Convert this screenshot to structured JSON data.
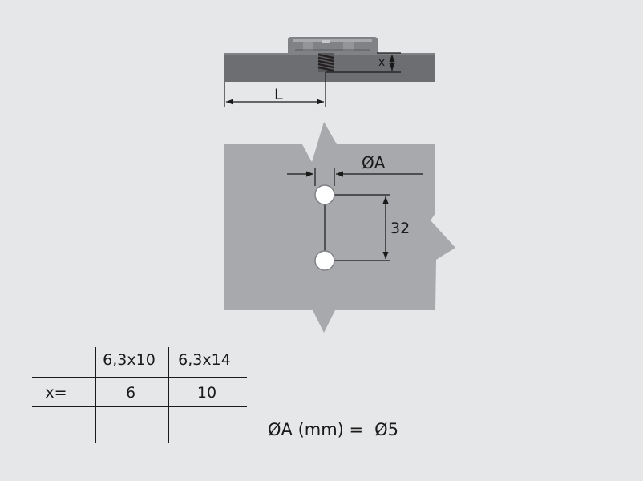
{
  "drawing": {
    "label_x": "x",
    "label_l": "L",
    "label_diameter": "ØA",
    "label_spacing": "32"
  },
  "table": {
    "headers": [
      "",
      "6,3x10",
      "6,3x14"
    ],
    "rows": [
      [
        "x=",
        "6",
        "10"
      ],
      [
        "",
        "",
        ""
      ]
    ]
  },
  "spec": {
    "label": "ØA (mm) =",
    "value": "Ø5"
  },
  "colors": {
    "background": "#e6e7e8",
    "part_dark": "#6d6e71",
    "panel": "#a7a9ac",
    "line": "#1a1a1a"
  }
}
